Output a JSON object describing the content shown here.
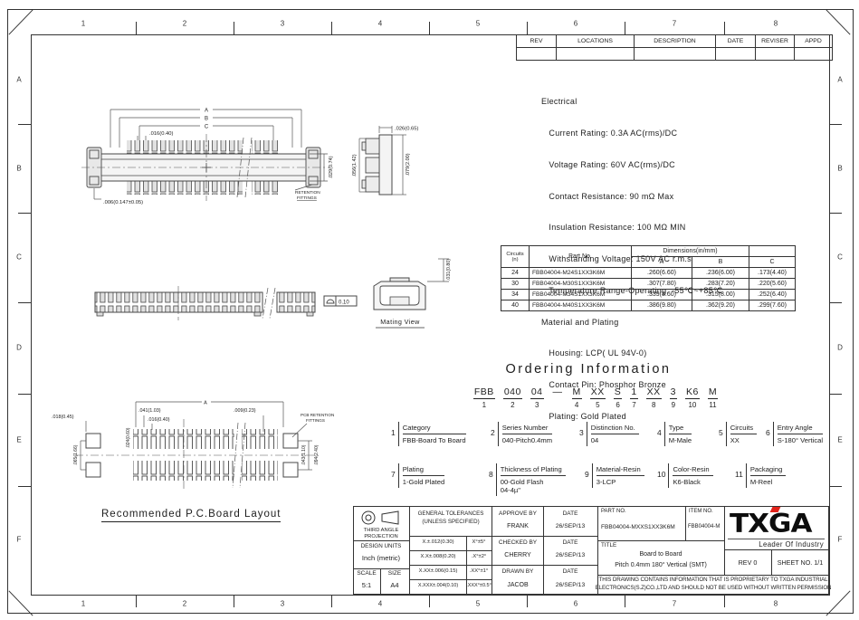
{
  "frame": {
    "cols": [
      "1",
      "2",
      "3",
      "4",
      "5",
      "6",
      "7",
      "8"
    ],
    "rows": [
      "A",
      "B",
      "C",
      "D",
      "E",
      "F"
    ]
  },
  "rev_table": {
    "headers": [
      "REV",
      "LOCATIONS",
      "DESCRIPTION",
      "DATE",
      "REVISER",
      "APPD"
    ]
  },
  "specs": {
    "lines": [
      "Electrical",
      "   Current Rating: 0.3A AC(rms)/DC",
      "   Voltage Rating: 60V AC(rms)/DC",
      "   Contact Resistance: 90 mΩ Max",
      "   Insulation Resistance: 100 MΩ MIN",
      "   Withstanding Voltage: 150V AC r.m.s",
      "   Temperature Range-Operating: -55℃~+85℃",
      "Material and Plating",
      "   Housing: LCP( UL 94V-0)",
      "   Contact Pin: Phosphor Bronze",
      "   Plating: Gold Plated"
    ]
  },
  "parts_table": {
    "circuits_header": "Circuits",
    "circuits_unit": "(n)",
    "part_no_header": "Part No.",
    "dims_header": "Dimensions(in/mm)",
    "col_a": "A",
    "col_b": "B",
    "col_c": "C",
    "rows": [
      {
        "n": "24",
        "pn": "FBB04004-M24S1XX3K6M",
        "a": ".260(6.60)",
        "b": ".236(6.00)",
        "c": ".173(4.40)"
      },
      {
        "n": "30",
        "pn": "FBB04004-M30S1XX3K6M",
        "a": ".307(7.80)",
        "b": ".283(7.20)",
        "c": ".220(5.60)"
      },
      {
        "n": "34",
        "pn": "FBB04004-M34S1XX3K6M",
        "a": ".339(8.60)",
        "b": ".315(8.00)",
        "c": ".252(6.40)"
      },
      {
        "n": "40",
        "pn": "FBB04004-M40S1XX3K6M",
        "a": ".386(9.80)",
        "b": ".362(9.20)",
        "c": ".299(7.60)"
      }
    ]
  },
  "ordering": {
    "title": "Ordering Information",
    "segments": [
      {
        "code": "FBB",
        "num": "1"
      },
      {
        "code": "040",
        "num": "2"
      },
      {
        "code": "04",
        "num": "3"
      },
      {
        "code": "—",
        "num": ""
      },
      {
        "code": "M",
        "num": "4"
      },
      {
        "code": "XX",
        "num": "5"
      },
      {
        "code": "S",
        "num": "6"
      },
      {
        "code": "1",
        "num": "7"
      },
      {
        "code": "XX",
        "num": "8"
      },
      {
        "code": "3",
        "num": "9"
      },
      {
        "code": "K6",
        "num": "10"
      },
      {
        "code": "M",
        "num": "11"
      }
    ],
    "legend": [
      {
        "num": "1",
        "label": "Category",
        "value": "FBB-Board To Board"
      },
      {
        "num": "2",
        "label": "Series Number",
        "value": "040-Pitch0.4mm"
      },
      {
        "num": "3",
        "label": "Distinction No.",
        "value": "04"
      },
      {
        "num": "4",
        "label": "Type",
        "value": "M-Male"
      },
      {
        "num": "5",
        "label": "Circuits",
        "value": "XX"
      },
      {
        "num": "6",
        "label": "Entry Angle",
        "value": "S-180° Vertical"
      },
      {
        "num": "7",
        "label": "Plating",
        "value": "1-Gold Plated"
      },
      {
        "num": "8",
        "label": "Thickness of Plating",
        "value": "00-Gold Flash",
        "value2": "04-4µ\""
      },
      {
        "num": "9",
        "label": "Material-Resin",
        "value": "3-LCP"
      },
      {
        "num": "10",
        "label": "Color-Resin",
        "value": "K6-Black"
      },
      {
        "num": "11",
        "label": "Packaging",
        "value": "M-Reel"
      }
    ]
  },
  "title_block": {
    "projection_line1": "THIRD ANGLE",
    "projection_line2": "PROJECTION",
    "design_units_label": "DESIGN UNITS",
    "design_units_value": "Inch (metric)",
    "scale_label": "SCALE",
    "scale_value": "5:1",
    "size_label": "SIZE",
    "size_value": "A4",
    "tol_title1": "GENERAL TOLERANCES",
    "tol_title2": "(UNLESS SPECIFIED)",
    "tol_rows": [
      {
        "in": "X.±.012(0.30)",
        "deg": "X°±5°"
      },
      {
        "in": "X.X±.008(0.20)",
        "deg": ".X°±2°"
      },
      {
        "in": "X.XX±.006(0.15)",
        "deg": ".XX°±1°"
      },
      {
        "in": "X.XXX±.004(0.10)",
        "deg": ".XXX°±0.5°"
      }
    ],
    "approve_label": "APPROVE BY",
    "approve_name": "FRANK",
    "checked_label": "CHECKED BY",
    "checked_name": "CHERRY",
    "drawn_label": "DRAWN BY",
    "drawn_name": "JACOB",
    "date_label": "DATE",
    "date_value": "26/SEP/13",
    "part_no_label": "PART NO.",
    "part_no_value": "FBB04004-MXXS1XX3K6M",
    "item_no_label": "ITEM NO.",
    "item_no_value": "FBB04004-M",
    "title_label": "TITLE",
    "title_line1": "Board to Board",
    "title_line2": "Pitch 0.4mm 180° Vertical (SMT)",
    "logo_text": "TXGA",
    "logo_tagline": "Leader Of Industry",
    "rev_value": "REV 0",
    "sheet_value": "SHEET NO. 1/1",
    "notice_line1": "THIS DRAWING CONTAINS INFORMATION THAT IS PROPRIETARY TO TXGA INDUSTRIAL",
    "notice_line2": "ELECTRONICS(S.Z)CO.,LTD AND SHOULD NOT BE USED WITHOUT WRITTEN PERMISSION"
  },
  "drawings": {
    "top_view": {
      "dim_a": "A",
      "dim_b": "B",
      "dim_c": "C",
      "pitch": ".016(0.40)",
      "height": ".029(0.74)",
      "tail": ".006(0.147±0.05)",
      "retention1": "RETENTION",
      "retention2": "FITTINGS"
    },
    "side_view": {
      "width": ".026(0.65)",
      "left": ".056(1.42)",
      "right": ".079(2.00)"
    },
    "elevation": {
      "flatness": "0.10"
    },
    "mating": {
      "label": "Mating View",
      "height": ".031(0.80)"
    },
    "pcb": {
      "title": "Recommended P.C.Board Layout",
      "span": "A",
      "d1": ".018(0.45)",
      "d2": ".041(1.03)",
      "d3": ".016(0.40)",
      "d4": ".009(0.23)",
      "v1": ".024(0.60)",
      "v2": ".065(1.66)",
      "v3": ".043(1.10)",
      "v4": ".094(2.40)",
      "ret1": "PCB RETENTION",
      "ret2": "FITTINGS"
    }
  },
  "colors": {
    "accent_red": "#e2231a",
    "line": "#333333"
  }
}
